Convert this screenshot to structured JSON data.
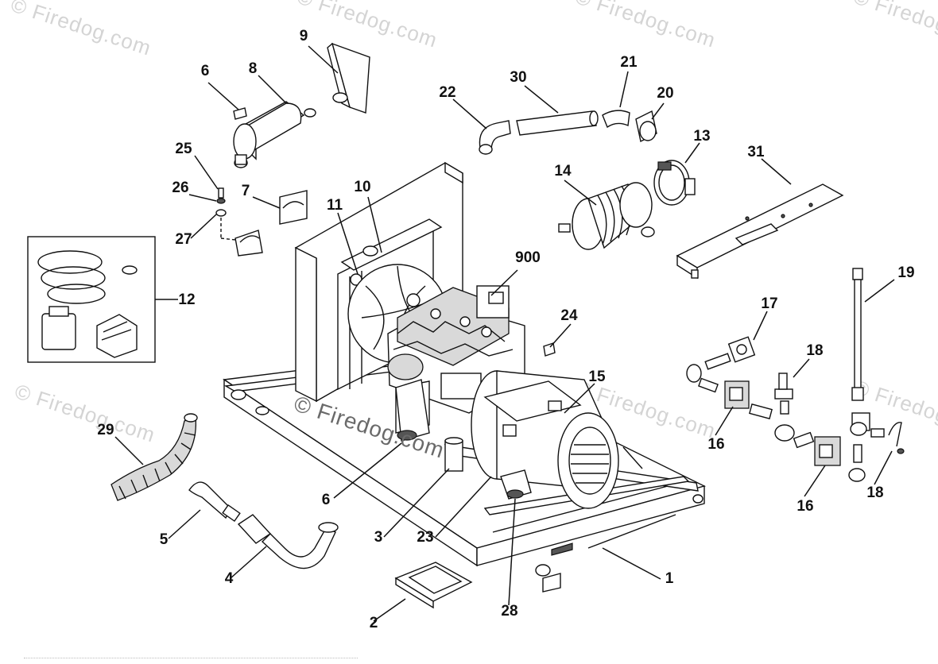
{
  "watermark": {
    "text": "© Firedog.com",
    "overlay_text": "© Firedog.com"
  },
  "callouts": {
    "c1": "1",
    "c2": "2",
    "c3": "3",
    "c4": "4",
    "c5": "5",
    "c6a": "6",
    "c6b": "6",
    "c7": "7",
    "c8": "8",
    "c9": "9",
    "c10": "10",
    "c11": "11",
    "c12": "12",
    "c13": "13",
    "c14": "14",
    "c15": "15",
    "c16a": "16",
    "c16b": "16",
    "c17": "17",
    "c18a": "18",
    "c18b": "18",
    "c19": "19",
    "c20": "20",
    "c21": "21",
    "c22": "22",
    "c23": "23",
    "c24": "24",
    "c25": "25",
    "c26": "26",
    "c27": "27",
    "c28": "28",
    "c29": "29",
    "c30": "30",
    "c31": "31",
    "c900": "900"
  }
}
